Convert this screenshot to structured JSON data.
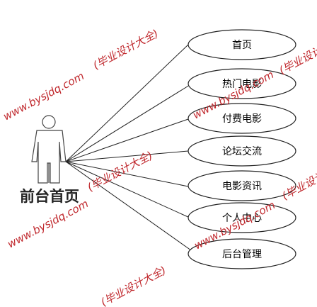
{
  "actor": {
    "label": "前台首页"
  },
  "use_cases": [
    {
      "label": "首页"
    },
    {
      "label": "热门电影"
    },
    {
      "label": "付费电影"
    },
    {
      "label": "论坛交流"
    },
    {
      "label": "电影资讯"
    },
    {
      "label": "个人中心"
    },
    {
      "label": "后台管理"
    }
  ],
  "watermark": {
    "text_a": "www.bysjdq.com",
    "text_b": "(毕业设计大全)",
    "color": "#c0282d"
  }
}
